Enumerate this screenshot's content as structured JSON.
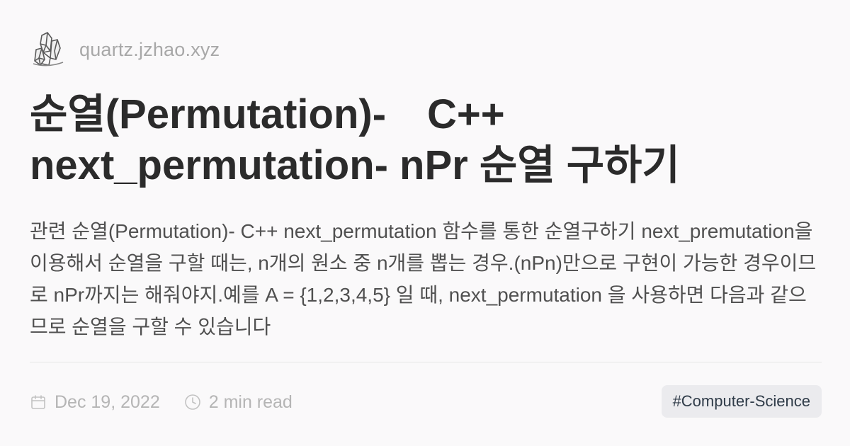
{
  "site": {
    "name": "quartz.jzhao.xyz",
    "logo_icon": "crystal-icon"
  },
  "article": {
    "title": "순열(Permutation)-　C++ next_permutation- nPr 순열 구하기",
    "description": "관련 순열(Permutation)- C++ next_permutation 함수를 통한 순열구하기 next_premutation을 이용해서 순열을 구할 때는, n개의 원소 중 n개를 뽑는 경우.(nPn)만으로 구현이 가능한 경우이므로 nPr까지는 해줘야지.예를 A = {1,2,3,4,5} 일 때, next_permutation 을 사용하면 다음과 같으므로 순열을 구할 수 있습니다",
    "date": "Dec 19, 2022",
    "date_icon": "calendar-icon",
    "read_time": "2 min read",
    "read_time_icon": "clock-icon",
    "tag": "#Computer-Science"
  },
  "colors": {
    "background": "#faf9fa",
    "title": "#2b2b2b",
    "muted": "#b5b5b5",
    "tag_bg": "#ebebee",
    "tag_text": "#2f3b48"
  }
}
